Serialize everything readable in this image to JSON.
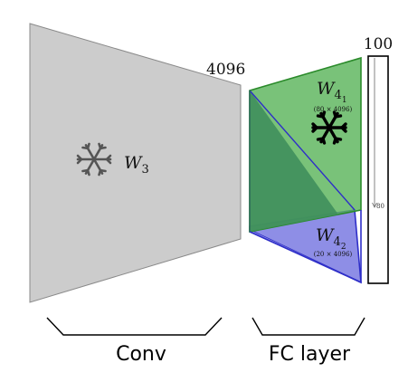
{
  "conv_block": {
    "weight_main": "W",
    "weight_sub": "3",
    "width_label": "4096",
    "fill": "#cccccc",
    "stroke": "#8a8a8a"
  },
  "fc_block": {
    "green_weight_main": "W",
    "green_weight_sub": "4",
    "green_weight_subsub": "1",
    "green_dims": "(80 × 4096)",
    "green_fill": "#5cb45c",
    "green_dark_fill": "#3f8f5c",
    "green_stroke": "#2a8a2a",
    "blue_weight_main": "W",
    "blue_weight_sub": "4",
    "blue_weight_subsub": "2",
    "blue_dims": "(20 × 4096)",
    "blue_fill": "#8e8ee6",
    "blue_stroke": "#2e2ec8"
  },
  "output_block": {
    "size_label": "100",
    "arrow_label": "80"
  },
  "braces": {
    "left_label": "Conv",
    "right_label": "FC layer"
  },
  "icons": {
    "frozen": "snowflake-icon"
  }
}
